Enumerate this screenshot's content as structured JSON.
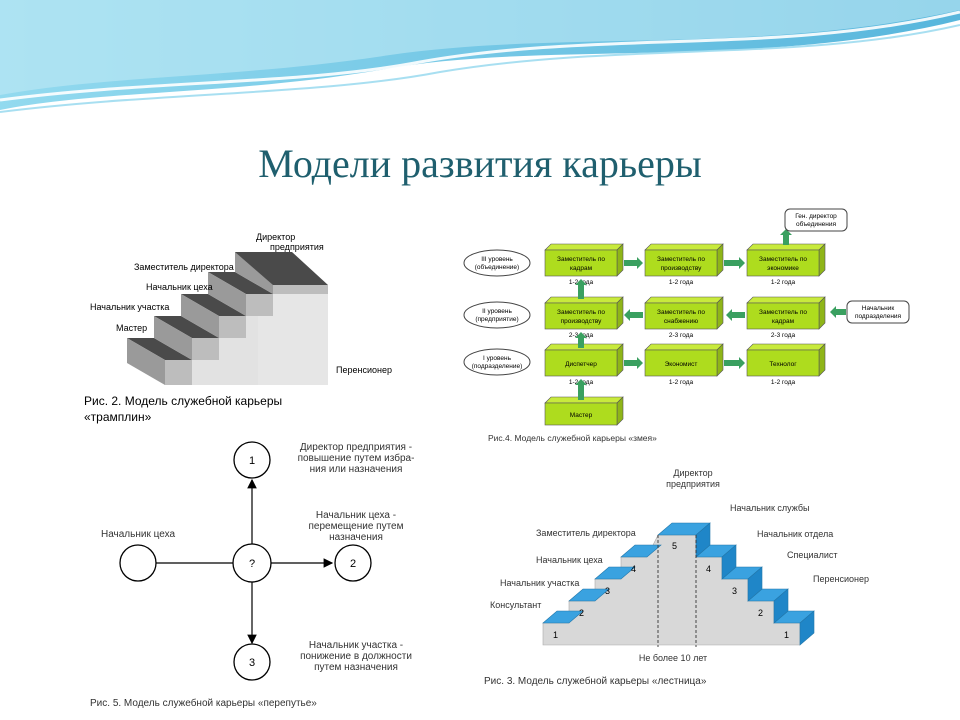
{
  "title": "Модели развития карьеры",
  "fig2": {
    "steps": [
      "Мастер",
      "Начальник участка",
      "Начальник цеха",
      "Заместитель директора"
    ],
    "top_line1": "Директор",
    "top_line2": "предприятия",
    "retired": "Перенсионер",
    "caption_line1": "Рис. 2. Модель служебной карьеры",
    "caption_line2": "«трамплин»"
  },
  "fig4": {
    "levels": [
      {
        "line1": "III уровень",
        "line2": "(объединение)"
      },
      {
        "line1": "II уровень",
        "line2": "(предприятие)"
      },
      {
        "line1": "I уровень",
        "line2": "(подразделение)"
      }
    ],
    "row3": [
      {
        "line1": "Заместитель по",
        "line2": "кадрам",
        "term": "1-2 года"
      },
      {
        "line1": "Заместитель по",
        "line2": "производству",
        "term": "1-2 года"
      },
      {
        "line1": "Заместитель по",
        "line2": "экономике",
        "term": "1-2 года"
      }
    ],
    "row2": [
      {
        "line1": "Заместитель по",
        "line2": "производству",
        "term": "2-3 года"
      },
      {
        "line1": "Заместитель по",
        "line2": "снабжению",
        "term": "2-3 года"
      },
      {
        "line1": "Заместитель по",
        "line2": "кадрам",
        "term": "2-3 года"
      }
    ],
    "row1": [
      {
        "line1": "Диспетчер",
        "line2": "",
        "term": "1-2 года"
      },
      {
        "line1": "Экономист",
        "line2": "",
        "term": "1-2 года"
      },
      {
        "line1": "Технолог",
        "line2": "",
        "term": "1-2 года"
      }
    ],
    "master": "Мастер",
    "gen_line1": "Ген. директор",
    "gen_line2": "объединения",
    "head_line1": "Начальник",
    "head_line2": "подразделения",
    "caption": "Рис.4. Модель служебной карьеры «змея»"
  },
  "fig5": {
    "start_label": "Начальник цеха",
    "center": "?",
    "n1": "1",
    "n2": "2",
    "n3": "3",
    "t1": [
      "Директор предприятия -",
      "повышение путем избра-",
      "ния или назначения"
    ],
    "t2": [
      "Начальник цеха -",
      "перемещение путем",
      "назначения"
    ],
    "t3": [
      "Начальник участка -",
      "понижение в должности",
      "путем назначения"
    ],
    "caption": "Рис. 5. Модель служебной карьеры «перепутье»"
  },
  "fig3": {
    "top_line1": "Директор",
    "top_line2": "предприятия",
    "left": [
      "Консультант",
      "Начальник участка",
      "Начальник цеха",
      "Заместитель директора"
    ],
    "right": [
      "Начальник службы",
      "Начальник отдела",
      "Специалист",
      "Перенсионер"
    ],
    "left_nums": [
      "1",
      "2",
      "3",
      "4"
    ],
    "right_nums": [
      "4",
      "3",
      "2",
      "1"
    ],
    "peak": "5",
    "bottom": "Не более 10 лет",
    "caption": "Рис. 3. Модель служебной карьеры «лестница»"
  }
}
